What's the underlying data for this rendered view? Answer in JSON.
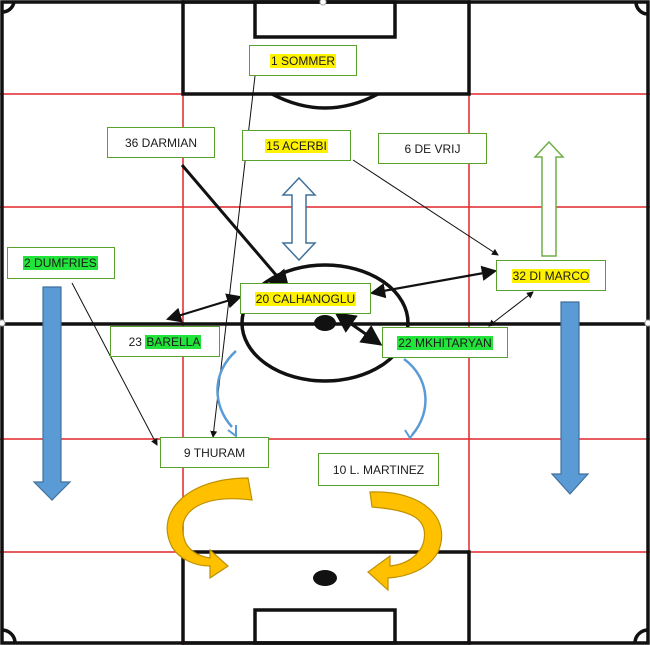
{
  "colors": {
    "pitch_line": "#111111",
    "grid_line": "#e0262b",
    "box_border": "#5aa02c",
    "highlight_yellow": "#fff200",
    "highlight_green": "#22e43a",
    "blue_arrow": "#5b9bd5",
    "blue_arrow_border": "#41719c",
    "outline_arrow_green": "#70ad47",
    "gold_arrow": "#ffc000",
    "gold_arrow_border": "#bf9000"
  },
  "players": [
    {
      "id": "sommer",
      "number": "1",
      "name": "SOMMER",
      "highlight": "yellow"
    },
    {
      "id": "darmian",
      "number": "36",
      "name": "DARMIAN",
      "highlight": "none"
    },
    {
      "id": "acerbi",
      "number": "15",
      "name": "ACERBI",
      "highlight": "yellow"
    },
    {
      "id": "de-vrij",
      "number": "6",
      "name": "DE VRIJ",
      "highlight": "none"
    },
    {
      "id": "dumfries",
      "number": "2",
      "name": "DUMFRIES",
      "highlight": "green"
    },
    {
      "id": "di-marco",
      "number": "32",
      "name": "DI MARCO",
      "highlight": "yellow"
    },
    {
      "id": "calhanoglu",
      "number": "20",
      "name": "CALHANOGLU",
      "highlight": "yellow"
    },
    {
      "id": "barella",
      "number": "23",
      "name": "BARELLA",
      "highlight": "green-name"
    },
    {
      "id": "mkhitaryan",
      "number": "22",
      "name": "MKHITARYAN",
      "highlight": "green"
    },
    {
      "id": "thuram",
      "number": "9",
      "name": "THURAM",
      "highlight": "none"
    },
    {
      "id": "martinez",
      "number": "10",
      "name": "L. MARTINEZ",
      "highlight": "none"
    }
  ]
}
